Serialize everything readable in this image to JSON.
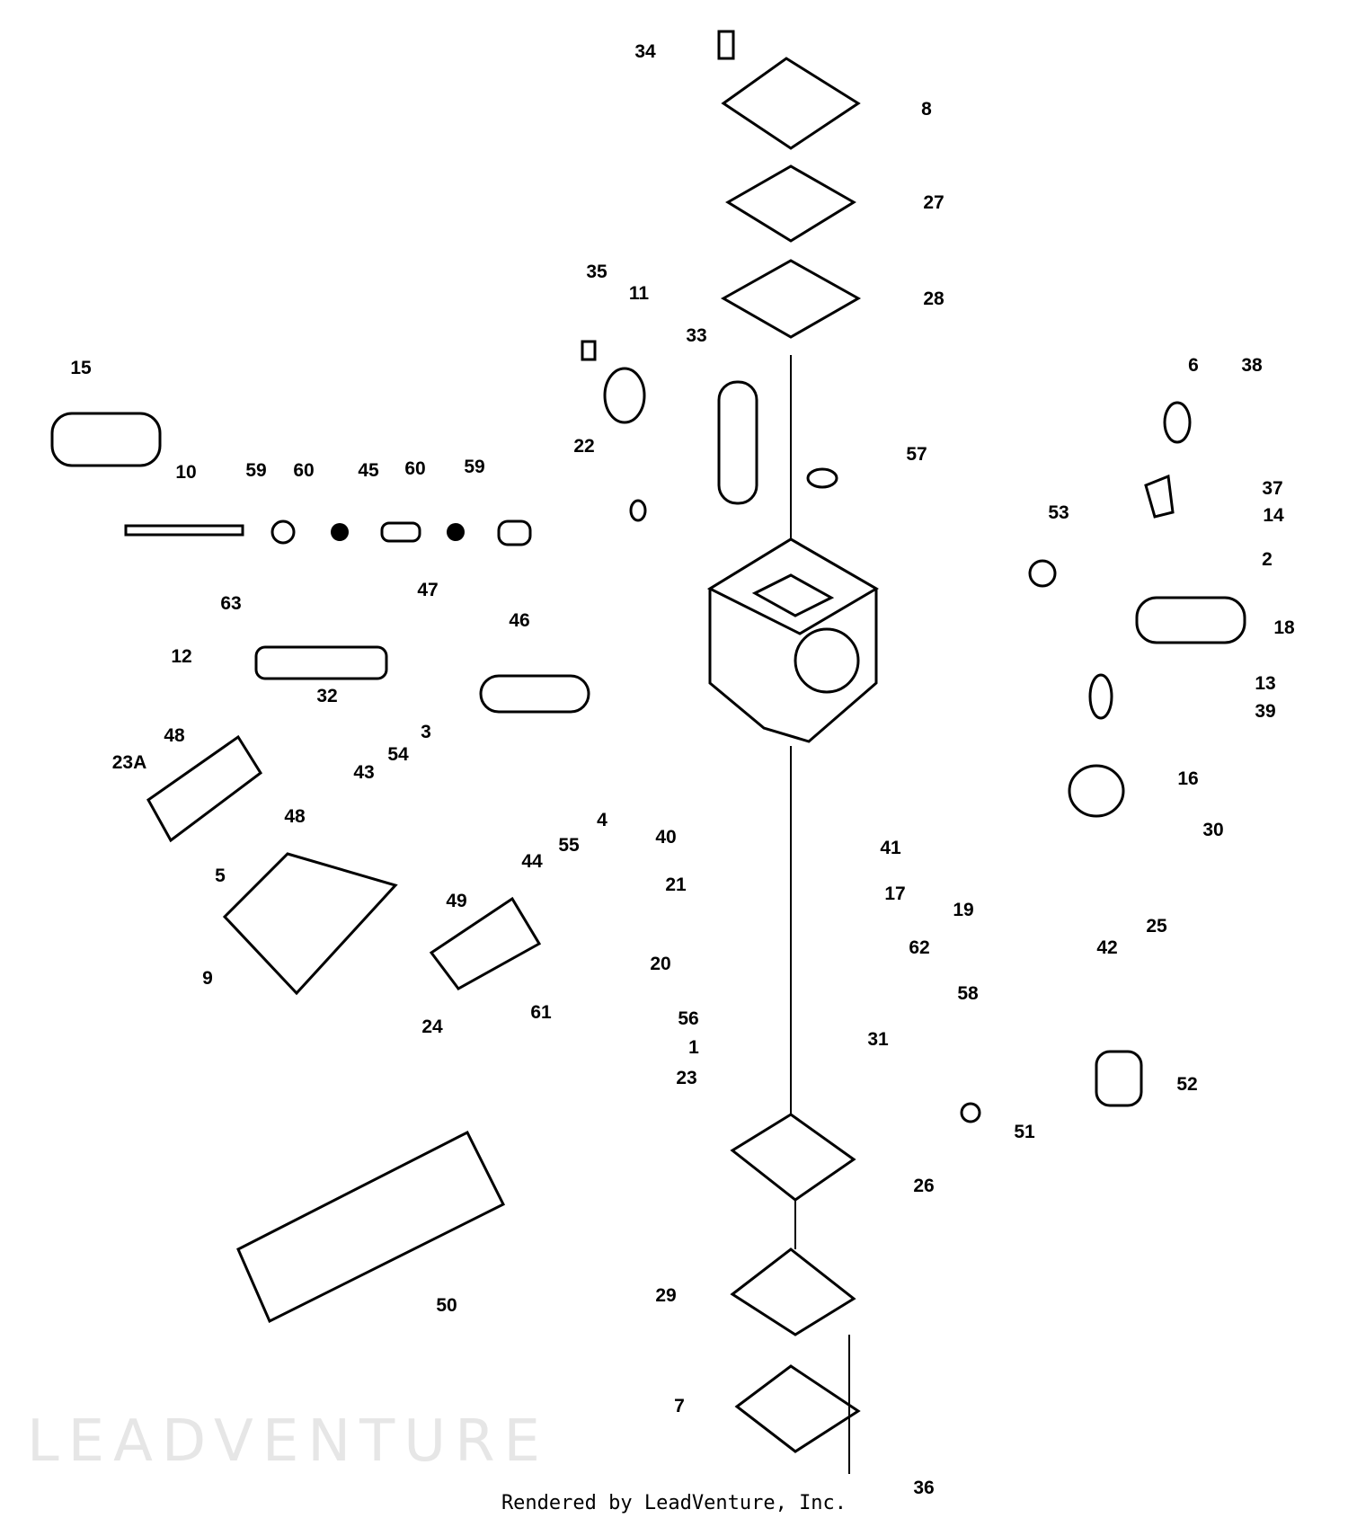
{
  "diagram": {
    "type": "exploded parts diagram",
    "callouts": [
      "34",
      "8",
      "27",
      "28",
      "35",
      "11",
      "33",
      "15",
      "6",
      "38",
      "22",
      "57",
      "10",
      "59",
      "60",
      "45",
      "60",
      "59",
      "37",
      "53",
      "14",
      "2",
      "63",
      "47",
      "46",
      "18",
      "12",
      "32",
      "13",
      "39",
      "48",
      "23A",
      "3",
      "54",
      "43",
      "16",
      "48",
      "4",
      "55",
      "44",
      "40",
      "41",
      "30",
      "5",
      "21",
      "17",
      "49",
      "19",
      "25",
      "42",
      "62",
      "20",
      "9",
      "58",
      "61",
      "56",
      "24",
      "31",
      "1",
      "23",
      "52",
      "51",
      "26",
      "50",
      "29",
      "7",
      "36"
    ],
    "watermark": "LEADVENTURE",
    "line_color": "#000000",
    "background_color": "#ffffff"
  },
  "footer": {
    "text": "Rendered by LeadVenture, Inc."
  }
}
